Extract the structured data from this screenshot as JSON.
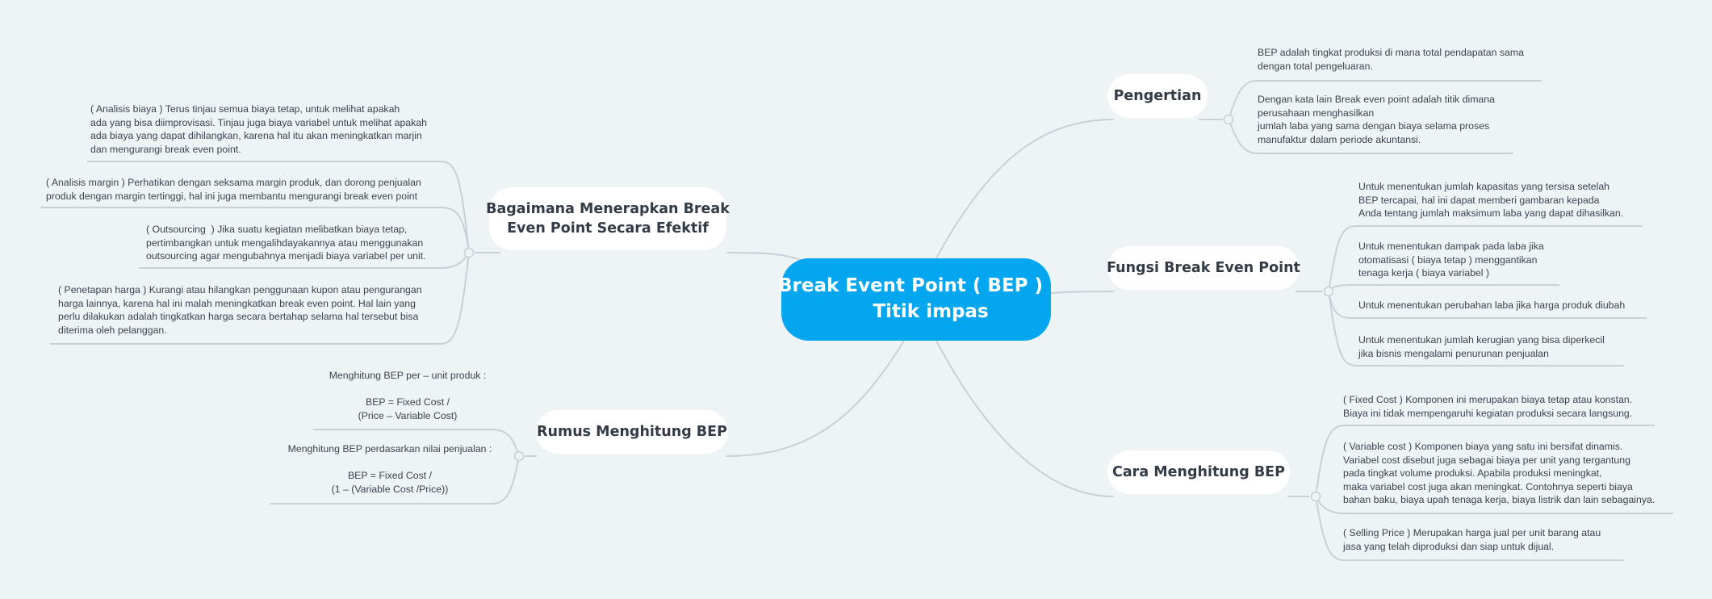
{
  "central": {
    "line1": "Break Event Point ( BEP )",
    "line2": "Titik impas"
  },
  "topics": {
    "pengertian": {
      "label": "Pengertian",
      "leaves": [
        "BEP adalah tingkat produksi di mana total pendapatan sama\ndengan total pengeluaran.",
        "Dengan kata lain Break even point adalah titik dimana\nperusahaan menghasilkan\njumlah laba yang sama dengan biaya selama proses\nmanufaktur dalam periode akuntansi."
      ]
    },
    "fungsi": {
      "label": "Fungsi Break Even Point",
      "leaves": [
        "Untuk menentukan jumlah kapasitas yang tersisa setelah\nBEP tercapai, hal ini dapat memberi gambaran kepada\nAnda tentang jumlah maksimum laba yang dapat dihasilkan.",
        "Untuk menentukan dampak pada laba jika\notomatisasi ( biaya tetap ) menggantikan\ntenaga kerja ( biaya variabel )",
        "Untuk menentukan perubahan laba jika harga produk diubah",
        "Untuk menentukan jumlah kerugian yang bisa diperkecil\njika bisnis mengalami penurunan penjualan"
      ]
    },
    "cara": {
      "label": "Cara  Menghitung BEP",
      "leaves": [
        "( Fixed Cost ) Komponen ini merupakan biaya tetap atau konstan.\nBiaya ini tidak mempengaruhi kegiatan produksi secara langsung.",
        "( Variable cost ) Komponen biaya yang satu ini bersifat dinamis.\nVariabel cost disebut juga sebagai biaya per unit yang tergantung\npada tingkat volume produksi. Apabila produksi meningkat,\nmaka variabel cost juga akan meningkat. Contohnya seperti biaya\nbahan baku, biaya upah tenaga kerja, biaya listrik dan lain sebagainya.",
        "( Selling Price ) Merupakan harga jual per unit barang atau\njasa yang telah diproduksi dan siap untuk dijual."
      ]
    },
    "bagaimana": {
      "label": "Bagaimana Menerapkan Break\nEven Point Secara Efektif",
      "leaves": [
        "( Analisis biaya ) Terus tinjau semua biaya tetap, untuk melihat apakah\nada yang bisa diimprovisasi. Tinjau juga biaya variabel untuk melihat apakah\nada biaya yang dapat dihilangkan, karena hal itu akan meningkatkan marjin\ndan mengurangi break even point.",
        "( Analisis margin ) Perhatikan dengan seksama margin produk, dan dorong penjualan\nproduk dengan margin tertinggi, hal ini juga membantu mengurangi break even point",
        "( Outsourcing  ) Jika suatu kegiatan melibatkan biaya tetap,\npertimbangkan untuk mengalihdayakannya atau menggunakan\noutsourcing agar mengubahnya menjadi biaya variabel per unit.",
        "( Penetapan harga ) Kurangi atau hilangkan penggunaan kupon atau pengurangan\nharga lainnya, karena hal ini malah meningkatkan break even point. Hal lain yang\nperlu dilakukan adalah tingkatkan harga secara bertahap selama hal tersebut bisa\nditerima oleh pelanggan."
      ]
    },
    "rumus": {
      "label": "Rumus Menghitung BEP",
      "leaves": [
        "Menghitung BEP per – unit produk :\n\nBEP = Fixed Cost /\n(Price – Variable Cost)",
        "Menghitung BEP perdasarkan nilai penjualan :\n\nBEP = Fixed Cost /\n(1 – (Variable Cost /Price))"
      ]
    }
  },
  "colors": {
    "background": "#eef3f6",
    "central": "#05a6f0",
    "topic": "#ffffff",
    "connector": "#c9d1d8",
    "text": "#303a44"
  }
}
